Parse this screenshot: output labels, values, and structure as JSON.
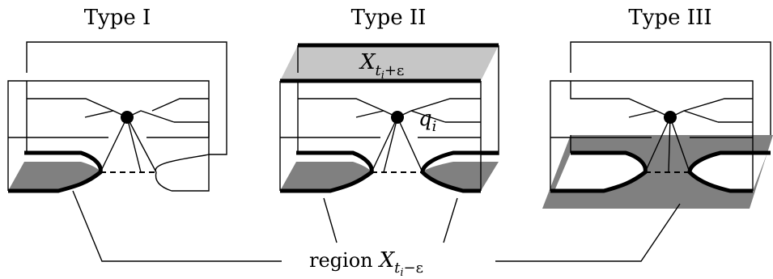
{
  "panels": [
    {
      "title": "Type I"
    },
    {
      "title": "Type II"
    },
    {
      "title": "Type III"
    }
  ],
  "labels": {
    "upper_region_symbol": "X",
    "upper_region_subscript": "t",
    "upper_region_subsub": "i",
    "upper_region_suffix": "+ε",
    "critical_point_symbol": "q",
    "critical_point_subscript": "i",
    "lower_region_word": "region",
    "lower_region_symbol": "X",
    "lower_region_subscript": "t",
    "lower_region_subsub": "i",
    "lower_region_suffix": "−ε"
  },
  "colors": {
    "light_gray": "#c6c6c6",
    "dark_gray": "#808080",
    "ink": "#000000"
  }
}
